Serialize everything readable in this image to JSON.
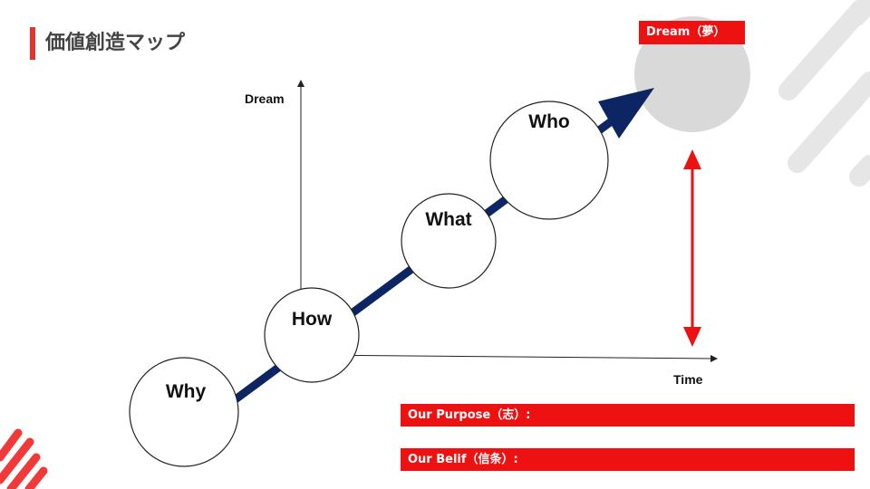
{
  "slide": {
    "title": "価値創造マップ"
  },
  "axes": {
    "y_label": "Dream",
    "x_label": "Time"
  },
  "dream_tag": "Dream（夢）",
  "steps": [
    {
      "label": "Why"
    },
    {
      "label": "How"
    },
    {
      "label": "What"
    },
    {
      "label": "Who"
    }
  ],
  "bars": {
    "purpose_label": "Our Purpose（志）:",
    "belief_label": "Our Belif（信条）:"
  },
  "colors": {
    "accent_red": "#ee1111",
    "arrow_navy": "#0d2563",
    "dream_circle": "#d9d9d9",
    "deco_stripes": "#e6e6e6",
    "title_text": "#444444"
  }
}
